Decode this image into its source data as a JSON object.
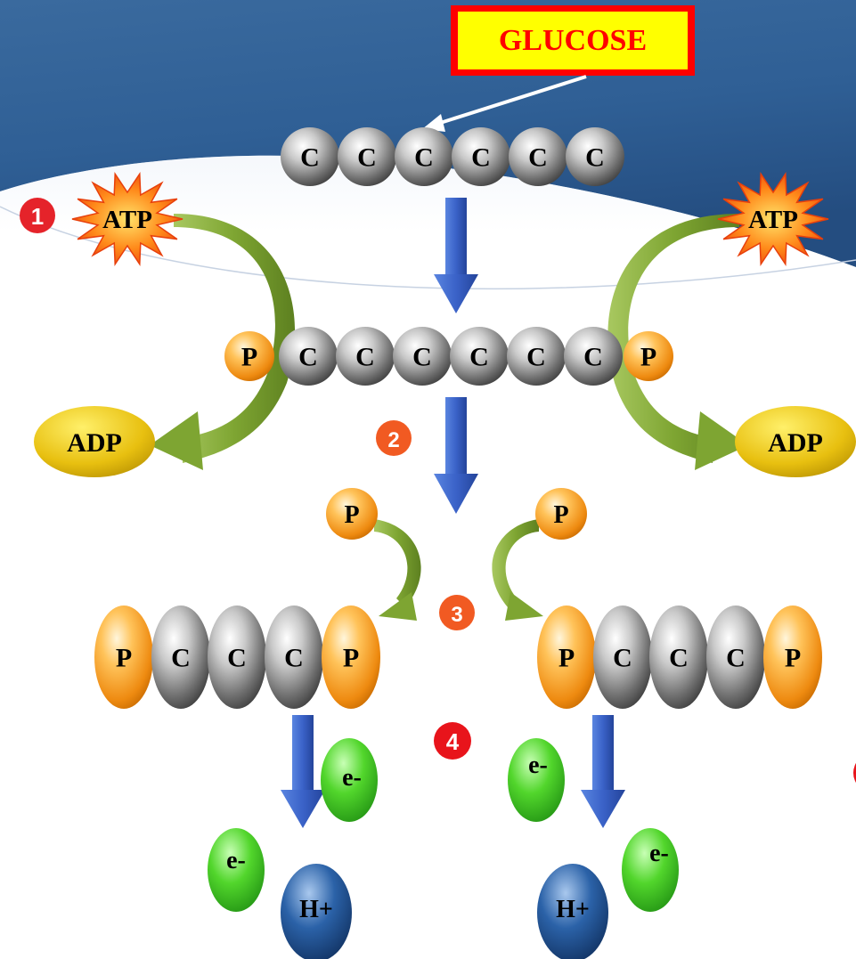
{
  "title": "GLUCOSE",
  "glucose_carbons": [
    "C",
    "C",
    "C",
    "C",
    "C",
    "C"
  ],
  "phosphorylated_chain": [
    "P",
    "C",
    "C",
    "C",
    "C",
    "C",
    "C",
    "P"
  ],
  "left_fragment": [
    "P",
    "C",
    "C",
    "C",
    "P"
  ],
  "right_fragment": [
    "P",
    "C",
    "C",
    "C",
    "P"
  ],
  "free_phosphates": [
    "P",
    "P"
  ],
  "atp_label": "ATP",
  "adp_label": "ADP",
  "electron_label": "e-",
  "proton_label": "H+",
  "steps": [
    "1",
    "2",
    "3",
    "4"
  ],
  "colors": {
    "carbon": "#8c8c8c",
    "phosphate": "#f39c22",
    "arrow_blue": "#3a62c8",
    "arrow_green": "#7ea532",
    "electron": "#4dcc2a",
    "proton": "#1f4f8e",
    "step1": "#e5232a",
    "step2": "#f15a22",
    "step3": "#f15a22",
    "step4": "#e8141b",
    "title_text": "#ff0000",
    "title_box": "#ffff00"
  }
}
